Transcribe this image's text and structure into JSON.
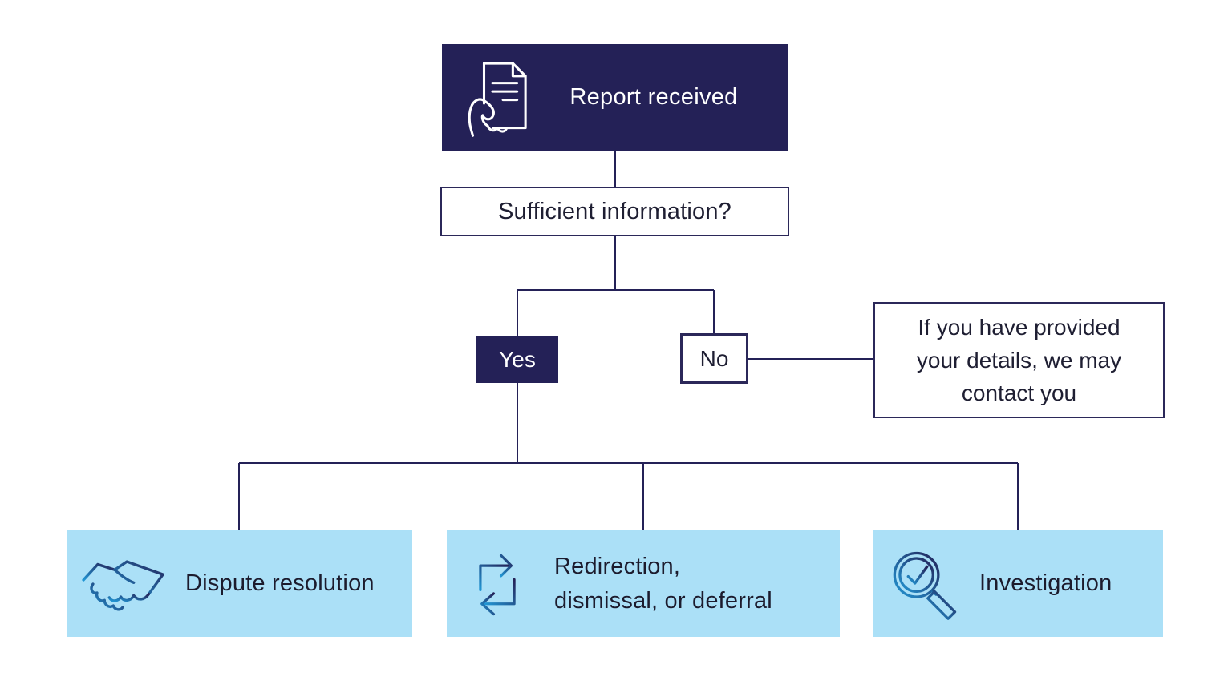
{
  "colors": {
    "navy": "#242157",
    "light_blue": "#ABE0F7",
    "connector_line": "#242157",
    "icon_gradient_blue": "#2196D4",
    "icon_gradient_navy": "#242157",
    "text_dark": "#1E1E32",
    "box_white": "#FFFFFF"
  },
  "nodes": {
    "report_received": {
      "label": "Report received",
      "icon": "document-hand-icon"
    },
    "question": {
      "label": "Sufficient information?"
    },
    "yes": {
      "label": "Yes"
    },
    "no": {
      "label": "No"
    },
    "no_note": {
      "lines": [
        "If you have provided",
        "your details, we may",
        "contact you"
      ]
    },
    "outcomes": [
      {
        "label": "Dispute resolution",
        "icon": "handshake-icon"
      },
      {
        "lines": [
          "Redirection,",
          "dismissal, or deferral"
        ],
        "icon": "redirect-arrows-icon"
      },
      {
        "label": "Investigation",
        "icon": "magnifier-check-icon"
      }
    ]
  }
}
